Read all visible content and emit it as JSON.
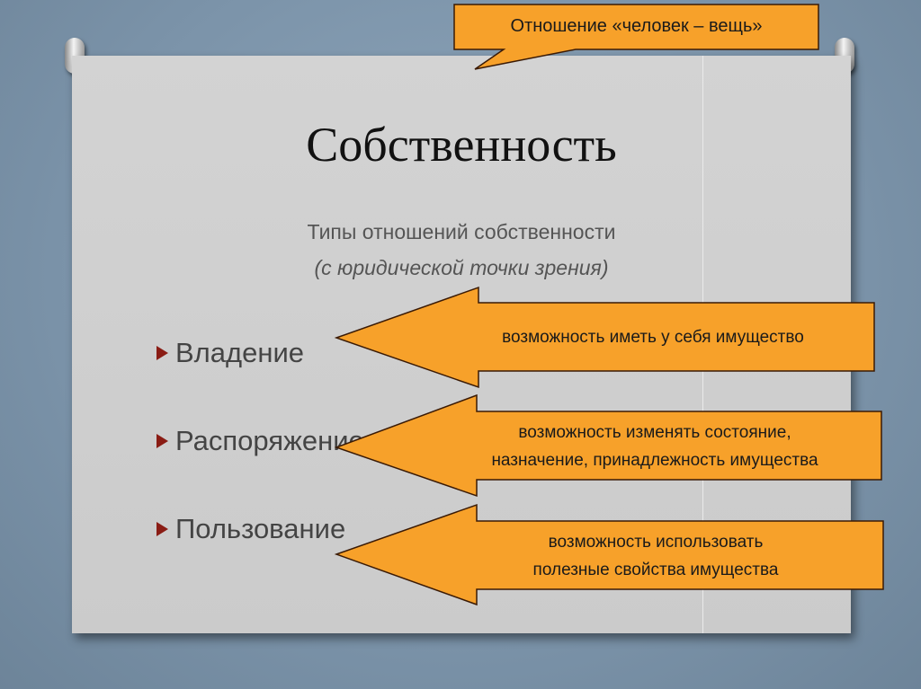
{
  "callout": {
    "text": "Отношение «человек – вещь»"
  },
  "slide": {
    "title": "Собственность",
    "subtitle_line1": "Типы отношений собственности",
    "subtitle_line2": "(с юридической точки зрения)",
    "bullets": [
      {
        "label": "Владение"
      },
      {
        "label": "Распоряжение"
      },
      {
        "label": "Пользование"
      }
    ]
  },
  "arrows": [
    {
      "lines": [
        "возможность иметь у себя имущество"
      ]
    },
    {
      "lines": [
        "возможность изменять состояние,",
        "назначение, принадлежность имущества"
      ]
    },
    {
      "lines": [
        "возможность использовать",
        "полезные свойства имущества"
      ]
    }
  ],
  "colors": {
    "accent": "#f7a12a",
    "outline": "#3a1a05",
    "bullet_marker": "#8a1c14",
    "background": "#7f97ad"
  }
}
